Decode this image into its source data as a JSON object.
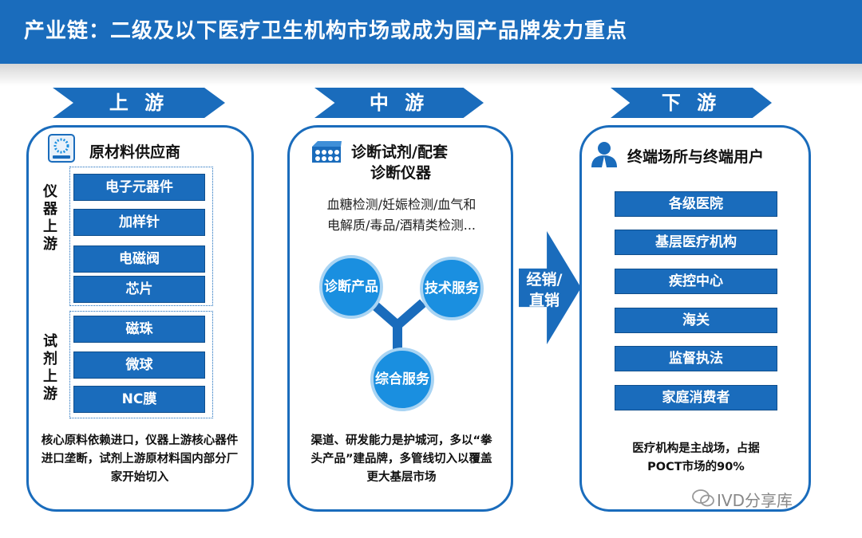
{
  "header": {
    "title": "产业链：二级及以下医疗卫生机构市场或成为国产品牌发力重点",
    "color": "#1a6cbc"
  },
  "stages": {
    "upstream": "上 游",
    "midstream": "中 游",
    "downstream": "下 游"
  },
  "upstream": {
    "title": "原材料供应商",
    "instrument_label": "仪器上游",
    "instrument_items": [
      "电子元器件",
      "加样针",
      "电磁阀",
      "芯片"
    ],
    "reagent_label": "试剂上游",
    "reagent_items": [
      "磁珠",
      "微球",
      "NC膜"
    ],
    "note": "核心原料依赖进口，仪器上游核心器件进口垄断，试剂上游原材料国内部分厂家开始切入",
    "icon": "server-icon"
  },
  "midstream": {
    "title_line1": "诊断试剂/配套",
    "title_line2": "诊断仪器",
    "desc_line1": "血糖检测/妊娠检测/血气和",
    "desc_line2": "电解质/毒品/酒精类检测...",
    "circle1": "诊断产品",
    "circle2": "技术服务",
    "circle3": "综合服务",
    "note": "渠道、研发能力是护城河，多以“拳头产品”建品牌，多管线切入以覆盖更大基层市场",
    "icon": "reagent-tray-icon"
  },
  "arrow": {
    "label_line1": "经销/",
    "label_line2": "直销"
  },
  "downstream": {
    "title": "终端场所与终端用户",
    "items": [
      "各级医院",
      "基层医疗机构",
      "疾控中心",
      "海关",
      "监督执法",
      "家庭消费者"
    ],
    "note_line1": "医疗机构是主战场，占据",
    "note_line2": "POCT市场的90%",
    "icon": "user-icon"
  },
  "watermark": "IVD分享库"
}
